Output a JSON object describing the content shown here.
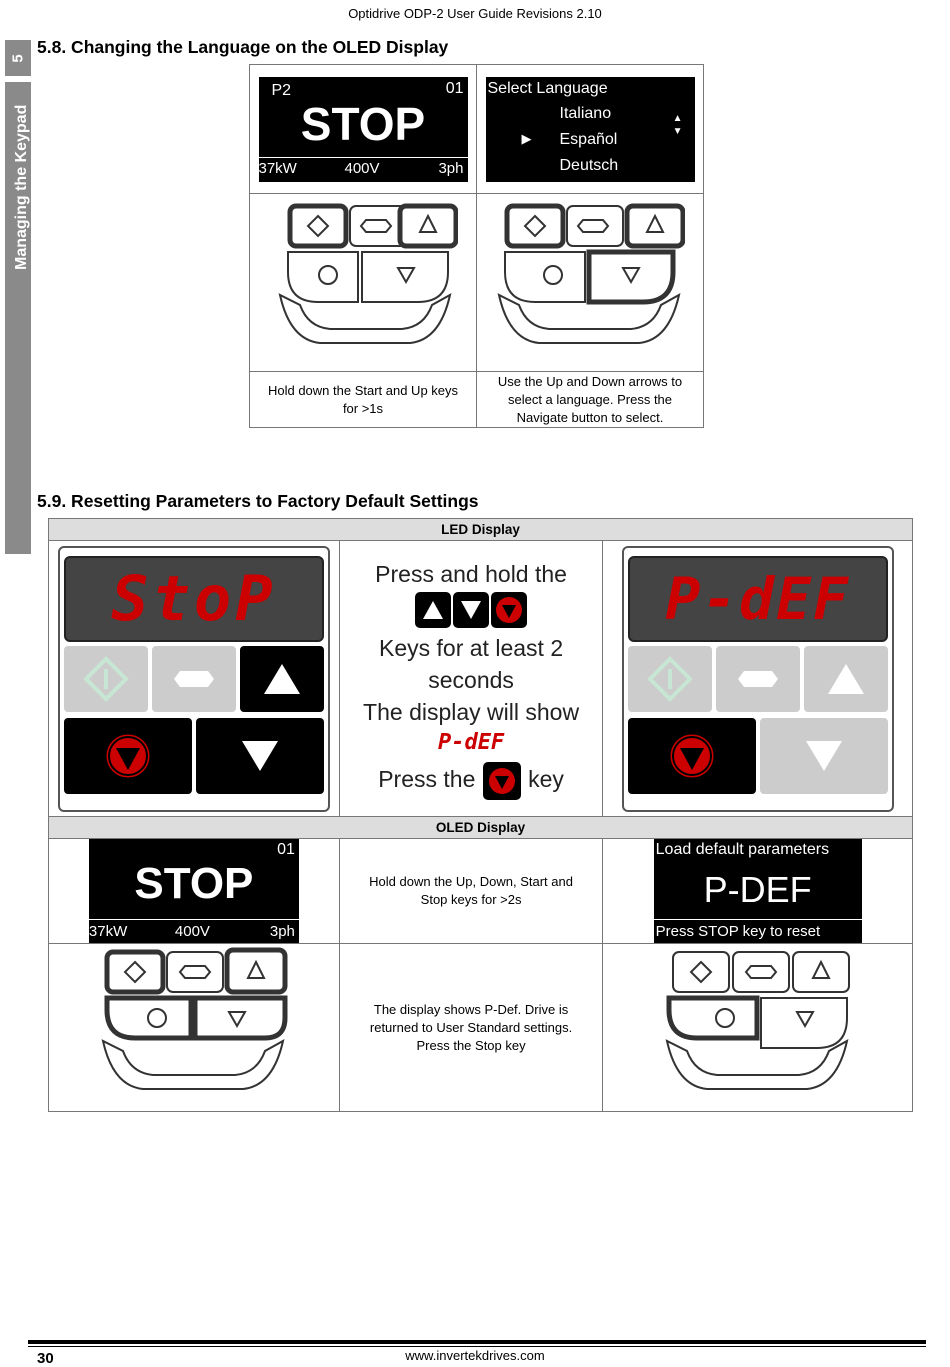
{
  "header": "Optidrive ODP-2 User Guide Revisions 2.10",
  "side_tab": {
    "number": "5",
    "label": "Managing the Keypad"
  },
  "section_58": {
    "title": "5.8. Changing the Language on the OLED Display",
    "oled_left": {
      "param": "P2",
      "index": "01",
      "status": "STOP",
      "power": "37kW",
      "voltage": "400V",
      "phase": "3ph"
    },
    "oled_right": {
      "heading": "Select Language",
      "options": [
        "Italiano",
        "Español",
        "Deutsch"
      ],
      "selected": "Español",
      "cursor": "▶",
      "scroll_up": "▲",
      "scroll_down": "▼"
    },
    "caption_left": "Hold down the Start and Up keys for >1s",
    "caption_right": "Use the Up and Down arrows to select a language. Press the Navigate button to select."
  },
  "section_59": {
    "title": "5.9. Resetting Parameters to Factory Default Settings",
    "led_bar": "LED Display",
    "led_left_display": "StoP",
    "led_right_display": "P-dEF",
    "led_text": {
      "line1": "Press and hold the",
      "line2": "Keys for at least 2 seconds",
      "line3": "The display will show",
      "seg_text": "P-dEF",
      "line4_a": "Press the",
      "line4_b": "key"
    },
    "oled_bar": "OLED Display",
    "oled_left": {
      "index": "01",
      "status": "STOP",
      "power": "37kW",
      "voltage": "400V",
      "phase": "3ph"
    },
    "oled_middle_text": "Hold down the Up, Down, Start and Stop keys for >2s",
    "oled_right": {
      "heading": "Load default parameters",
      "status": "P-DEF",
      "footer": "Press STOP key to reset"
    },
    "keypad_middle_text": "The display shows P-Def. Drive is returned to User Standard settings. Press the Stop key"
  },
  "colors": {
    "led_red": "#cc0000",
    "tab_grey": "#8a8a8a",
    "bar_grey": "#dddddd"
  },
  "footer": {
    "page": "30",
    "url": "www.invertekdrives.com"
  }
}
